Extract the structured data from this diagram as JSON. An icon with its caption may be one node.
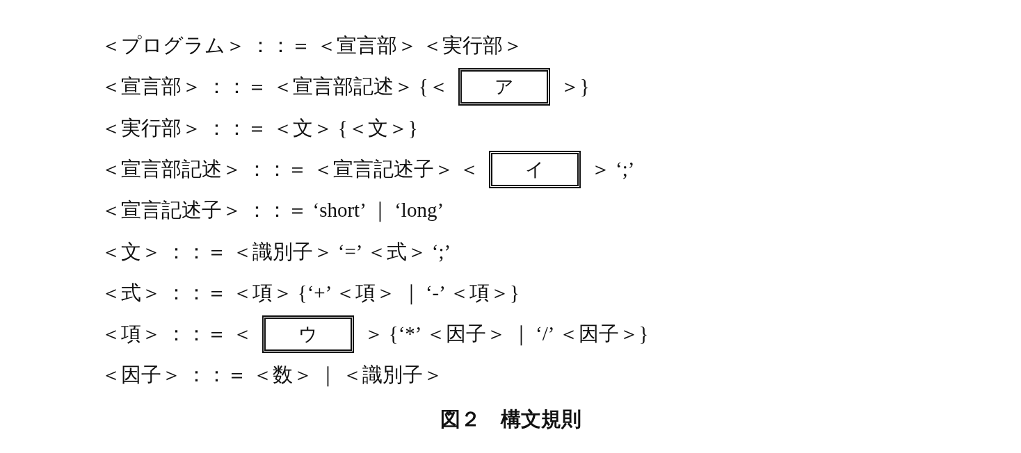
{
  "diagram": {
    "caption": "図２　構文規則",
    "nodes": [
      {
        "text": [
          "ア"
        ]
      },
      {
        "text": [
          "イ"
        ]
      },
      {
        "text": [
          "ウ"
        ]
      }
    ],
    "labels": [
      "＜プログラム＞ ：：＝ ＜宣言部＞ ＜実行部＞",
      "＜宣言部＞ ：：＝ ＜宣言部記述＞ {＜",
      "＞}",
      "＜実行部＞ ：：＝ ＜文＞ {＜文＞}",
      "＜宣言部記述＞ ：：＝ ＜宣言記述子＞ ＜",
      "＞ ‘;’",
      "＜宣言記述子＞ ：：＝ ‘short’ ｜ ‘long’",
      "＜文＞ ：：＝ ＜識別子＞ ‘=’ ＜式＞ ‘;’",
      "＜式＞ ：：＝ ＜項＞ {‘+’ ＜項＞ ｜ ‘-’ ＜項＞}",
      "＜項＞ ：：＝ ＜",
      "＞ {‘*’ ＜因子＞ ｜ ‘/’ ＜因子＞}",
      "＜因子＞ ：：＝ ＜数＞ ｜ ＜識別子＞"
    ]
  }
}
